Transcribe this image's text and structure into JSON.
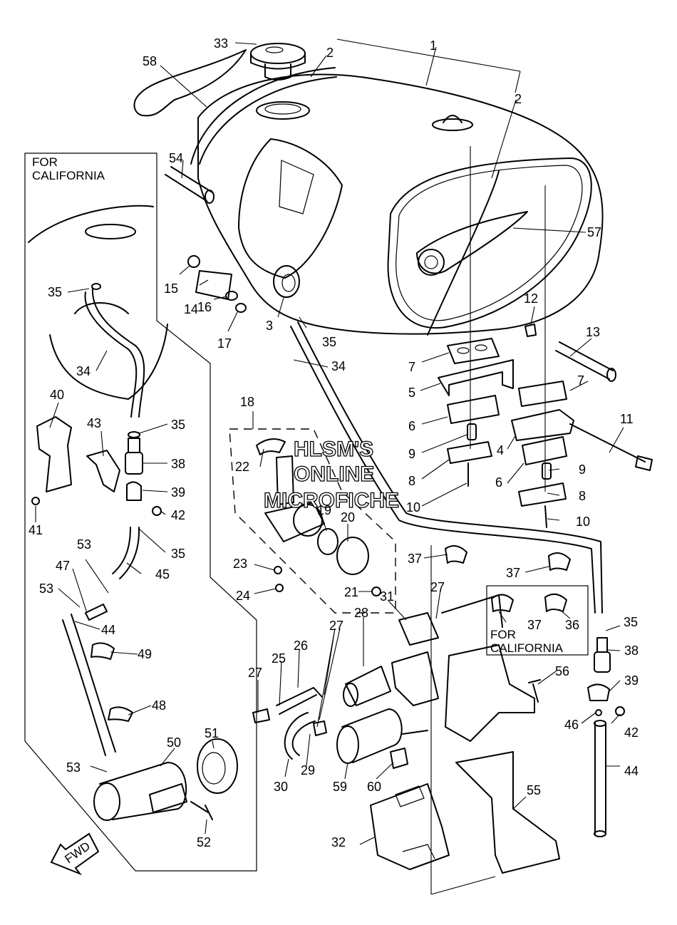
{
  "california_box": {
    "line1": "FOR",
    "line2": "CALIFORNIA"
  },
  "california_inset": {
    "line1": "FOR",
    "line2": "CALIFORNIA"
  },
  "watermark": {
    "line1": "HLSM'S",
    "line2": "ONLINE",
    "line3": "MICROFICHE"
  },
  "fwd_label": "FWD",
  "callouts": [
    "1",
    "2",
    "2",
    "3",
    "4",
    "5",
    "6",
    "6",
    "7",
    "7",
    "8",
    "8",
    "9",
    "9",
    "10",
    "10",
    "11",
    "12",
    "13",
    "14",
    "15",
    "16",
    "17",
    "18",
    "19",
    "20",
    "21",
    "22",
    "23",
    "24",
    "25",
    "26",
    "27",
    "27",
    "27",
    "28",
    "29",
    "30",
    "31",
    "32",
    "33",
    "34",
    "34",
    "35",
    "35",
    "35",
    "35",
    "35",
    "36",
    "37",
    "37",
    "37",
    "38",
    "38",
    "39",
    "39",
    "40",
    "41",
    "42",
    "42",
    "43",
    "44",
    "44",
    "45",
    "46",
    "47",
    "48",
    "49",
    "50",
    "51",
    "52",
    "53",
    "53",
    "53",
    "54",
    "55",
    "56",
    "57",
    "58",
    "59",
    "60"
  ]
}
